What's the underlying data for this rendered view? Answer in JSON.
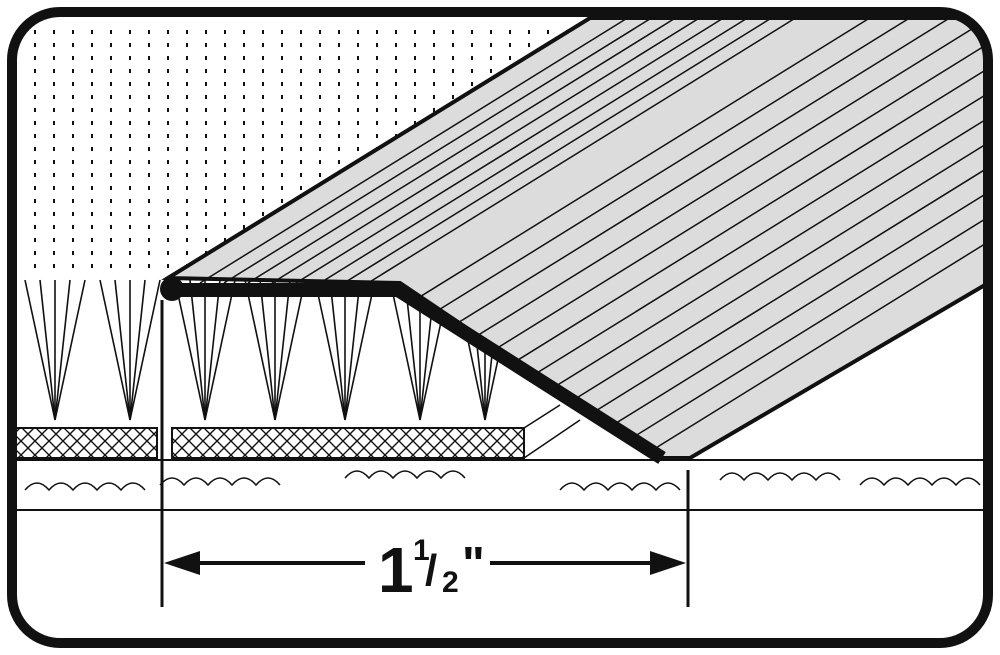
{
  "dimension": {
    "whole": "1",
    "numerator": "1",
    "slash": "/",
    "denominator": "2",
    "unit": "\""
  },
  "colors": {
    "ink": "#111111",
    "ramp_fill": "#dcdcdc",
    "background": "#ffffff"
  }
}
